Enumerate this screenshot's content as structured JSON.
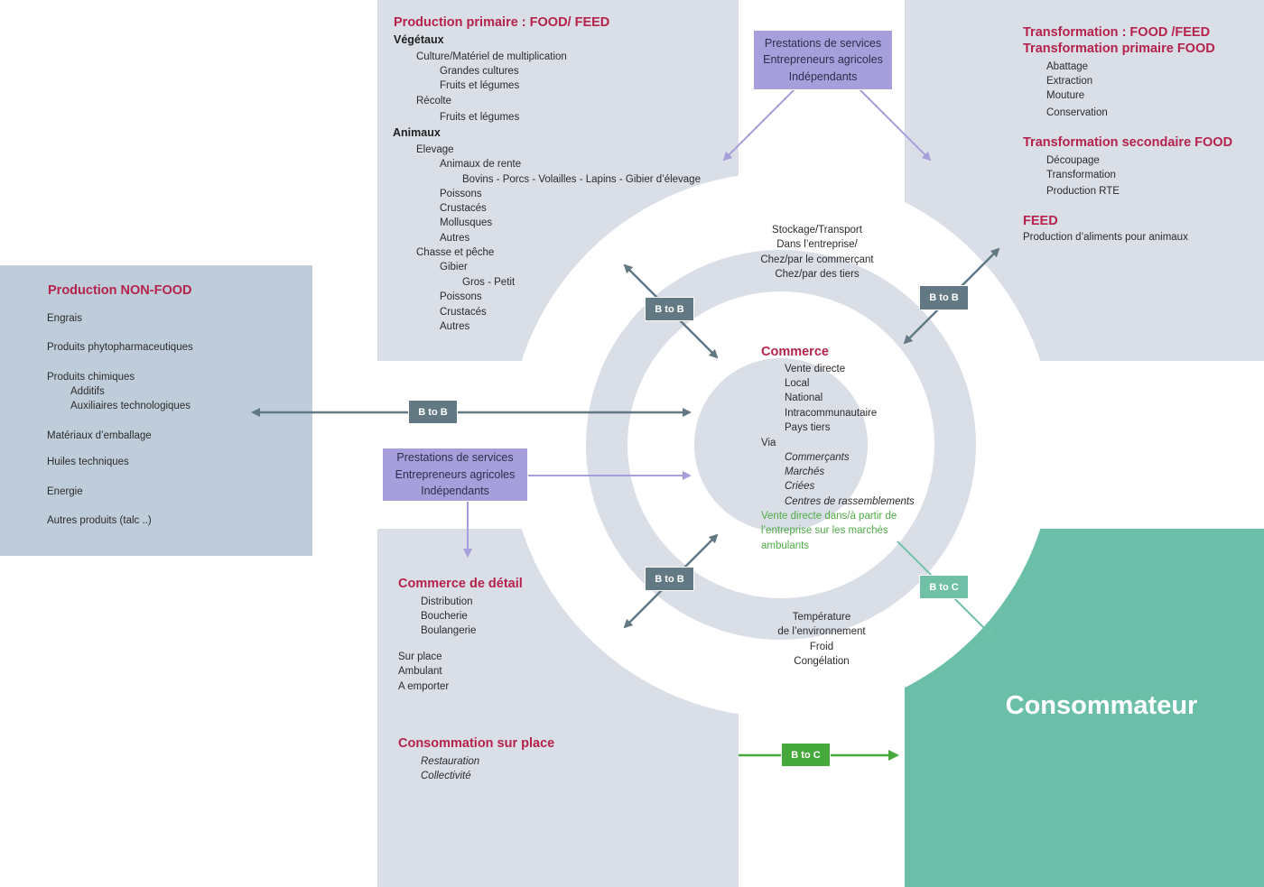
{
  "colors": {
    "panel": "#d9dee7",
    "nonfood_panel": "#bfcdda",
    "consumer": "#6bbfa8",
    "title": "#b5224b",
    "b2b_arrow": "#627882",
    "service": "#a79fdc",
    "b2c_green": "#45a83a",
    "b2c_teal": "#70c0a8"
  },
  "primary": {
    "title": "Production primaire : FOOD/ FEED",
    "vegetaux": "Végétaux",
    "culture": "Culture/Matériel de multiplication",
    "grandes": "Grandes cultures",
    "fruits1": "Fruits et légumes",
    "recolte": "Récolte",
    "fruits2": "Fruits et légumes",
    "animaux": "Animaux",
    "elevage": "Elevage",
    "rente": "Animaux de rente",
    "bovins": "Bovins - Porcs - Volailles -  Lapins - Gibier d’élevage",
    "poissons1": "Poissons",
    "crustaces1": "Crustacés",
    "mollusques": "Mollusques",
    "autres1": "Autres",
    "chasse": "Chasse et pêche",
    "gibier": "Gibier",
    "gros": "Gros - Petit",
    "poissons2": "Poissons",
    "crustaces2": "Crustacés",
    "autres2": "Autres"
  },
  "services_top": {
    "line1": "Prestations de services",
    "line2": "Entrepreneurs agricoles",
    "line3": "Indépendants"
  },
  "services_mid": {
    "line1": "Prestations de services",
    "line2": "Entrepreneurs agricoles",
    "line3": "Indépendants"
  },
  "transformation": {
    "title1": "Transformation : FOOD /FEED",
    "title2": "Transformation primaire FOOD",
    "abattage": "Abattage",
    "extraction": "Extraction",
    "mouture": "Mouture",
    "conservation": "Conservation",
    "title3": "Transformation secondaire FOOD",
    "decoupage": "Découpage",
    "transformation": "Transformation",
    "rte": "Production RTE",
    "feed_title": "FEED",
    "feed_text": "Production d’aliments pour animaux"
  },
  "nonfood": {
    "title": "Production  NON-FOOD",
    "engrais": "Engrais",
    "phyto": "Produits phytopharmaceutiques",
    "chimiques": "Produits chimiques",
    "additifs": "Additifs",
    "auxiliaires": "Auxiliaires technologiques",
    "emballage": "Matériaux d’emballage",
    "huiles": "Huiles techniques",
    "energie": "Energie",
    "autres": "Autres produits (talc ..)"
  },
  "ring": {
    "stock1": "Stockage/Transport",
    "stock2": "Dans l’entreprise/",
    "stock3": "Chez/par le commerçant",
    "stock4": "Chez/par des tiers",
    "temp1": "Température",
    "temp2": "de l’environnement",
    "temp3": "Froid",
    "temp4": "Congélation"
  },
  "commerce": {
    "title": "Commerce",
    "vente": "Vente directe",
    "local": "Local",
    "national": "National",
    "intra": "Intracommunautaire",
    "pays": "Pays tiers",
    "via": "Via",
    "commercants": "Commerçants",
    "marches": "Marchés",
    "criees": "Criées",
    "centres": "Centres de rassemblements",
    "green1": "Vente directe dans/à partir de",
    "green2": "l’entreprise sur les marchés",
    "green3": "ambulants"
  },
  "retail": {
    "title": "Commerce de détail",
    "distribution": "Distribution",
    "boucherie": "Boucherie",
    "boulangerie": "Boulangerie",
    "surplace": "Sur place",
    "ambulant": "Ambulant",
    "emporter": "A emporter",
    "title2": "Consommation sur place",
    "restauration": "Restauration",
    "collectivite": "Collectivité"
  },
  "consumer": {
    "label": "Consommateur"
  },
  "badges": {
    "b2b_left": "B to B",
    "b2b_top_left": "B to B",
    "b2b_top_right": "B to B",
    "b2b_bottom_left": "B to B",
    "b2c_teal": "B to C",
    "b2c_green": "B to C"
  }
}
